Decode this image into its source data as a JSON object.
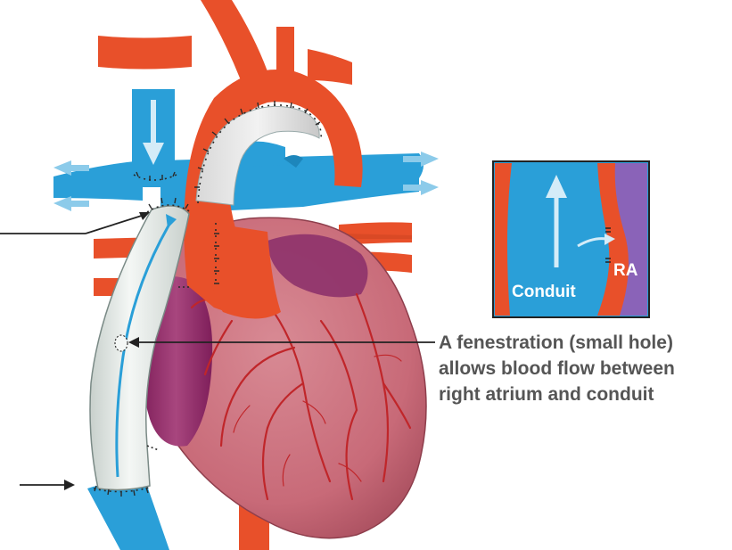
{
  "annotation": {
    "lines": [
      "A fenestration (small hole)",
      "allows blood flow between",
      "right atrium and conduit"
    ]
  },
  "inset": {
    "conduit_label": "Conduit",
    "ra_label": "RA"
  },
  "colors": {
    "vein_blue": "#2a9fd8",
    "artery_red": "#e8502a",
    "heart_pink": "#c86a78",
    "atrium_purple": "#8a2e6a",
    "conduit_white": "#eef2f0",
    "ra_purple": "#8a63b8",
    "suture": "#2a2a2a",
    "label_gray": "#555555"
  }
}
